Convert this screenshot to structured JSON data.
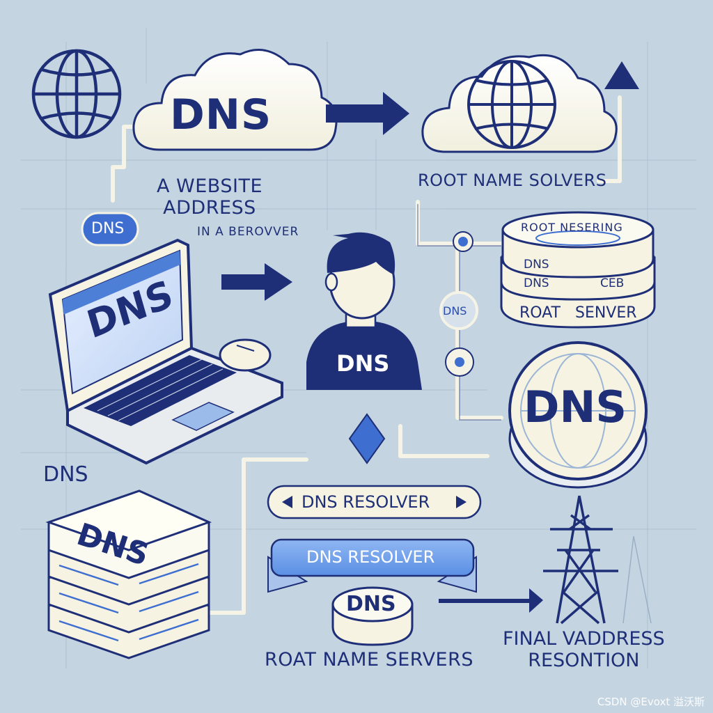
{
  "labels": {
    "dns": "DNS",
    "website_address": "A WEBSITE\nADDRESS",
    "in_a_browser": "IN A BEROVVER",
    "root_name_solvers": "ROOT NAME SOLVERS",
    "root_server_stack_top": "ROOT NESERING",
    "root_server_stack_mid1": "DNS",
    "root_server_stack_mid2": "DNS",
    "root_server_stack_mid2_right": "CEB",
    "root_server_stack_bottom": "ROAT   SENVER",
    "dns_resolver_top": "DNS RESOLVER",
    "dns_resolver_bottom": "DNS RESOLVER",
    "root_name_servers": "ROAT NAME SERVERS",
    "final_address": "FINAL VADDRESS\nRESONTION"
  },
  "watermark": "CSDN @Evoxt 溢沃斯",
  "icons": {
    "globe": "globe-icon",
    "cloud": "cloud-icon",
    "laptop": "laptop-icon",
    "mouse": "mouse-icon",
    "person": "person-icon",
    "server_stack": "server-stack-icon",
    "database": "database-icon",
    "tower": "transmission-tower-icon",
    "arrow": "arrow-icon"
  },
  "colors": {
    "background": "#c4d4e1",
    "navy": "#1e2f78",
    "cream": "#f6f3e2",
    "accent_blue": "#3e6fd0",
    "pill_blue": "#5a8ee0"
  }
}
